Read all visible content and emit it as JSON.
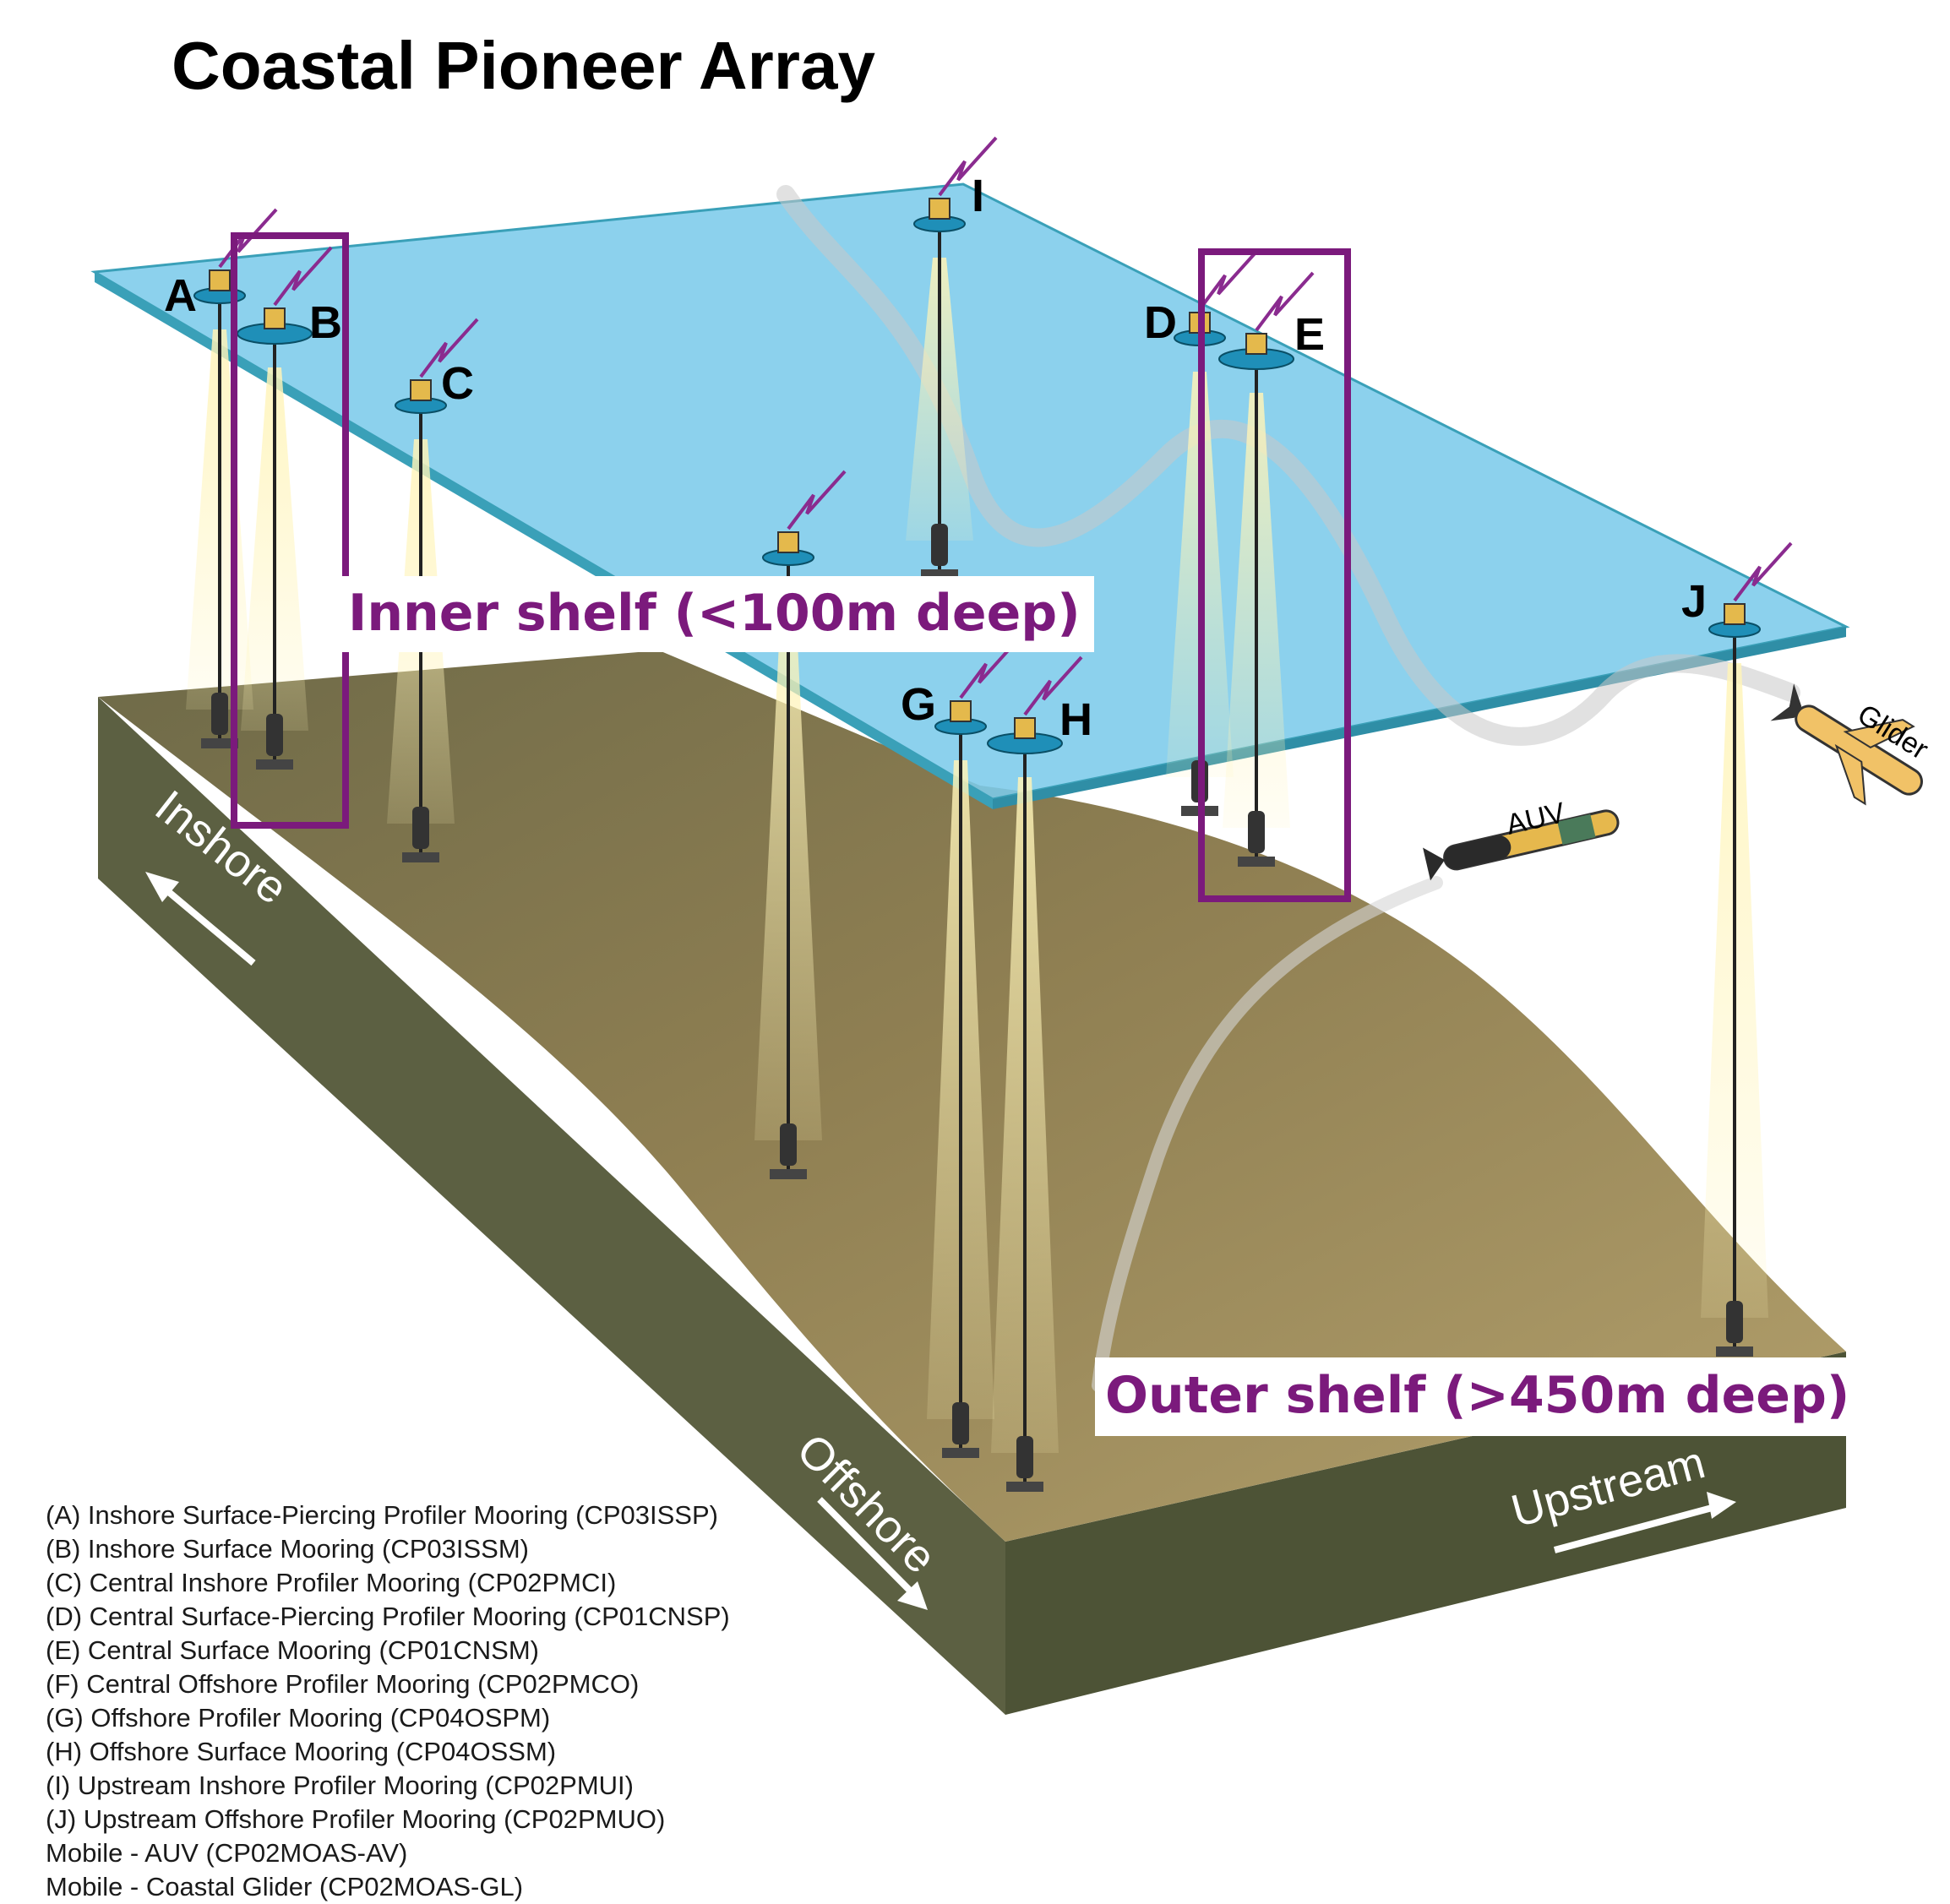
{
  "title": "Coastal Pioneer Array",
  "zones": {
    "inner": "Inner shelf (<100m deep)",
    "outer": "Outer shelf (>450m deep)"
  },
  "directions": {
    "inshore": "Inshore",
    "offshore": "Offshore",
    "upstream": "Upstream"
  },
  "vehicles": {
    "auv": "AUV",
    "glider": "Glider"
  },
  "moorings": {
    "A": "A",
    "B": "B",
    "C": "C",
    "D": "D",
    "E": "E",
    "G": "G",
    "H": "H",
    "I": "I",
    "J": "J"
  },
  "legend": [
    "(A) Inshore Surface-Piercing Profiler Mooring (CP03ISSP)",
    "(B) Inshore Surface Mooring (CP03ISSM)",
    "(C) Central Inshore Profiler Mooring (CP02PMCI)",
    "(D) Central Surface-Piercing Profiler Mooring (CP01CNSP)",
    "(E) Central Surface Mooring (CP01CNSM)",
    "(F) Central Offshore Profiler Mooring (CP02PMCO)",
    "(G) Offshore Profiler Mooring (CP04OSPM)",
    "(H) Offshore Surface Mooring (CP04OSSM)",
    "(I) Upstream Inshore Profiler Mooring (CP02PMUI)",
    "(J) Upstream Offshore Profiler Mooring (CP02PMUO)",
    "Mobile - AUV (CP02MOAS-AV)",
    "Mobile - Coastal Glider (CP02MOAS-GL)"
  ],
  "colors": {
    "sea_surface": "#7ccbea",
    "sea_edge": "#3aa0b8",
    "seafloor_top": "#a08c5a",
    "seafloor_side": "#5f6244",
    "highlight_box": "#7b1a7c",
    "telemetry": "#8a2b8f",
    "beam": "#f7e6a0"
  }
}
